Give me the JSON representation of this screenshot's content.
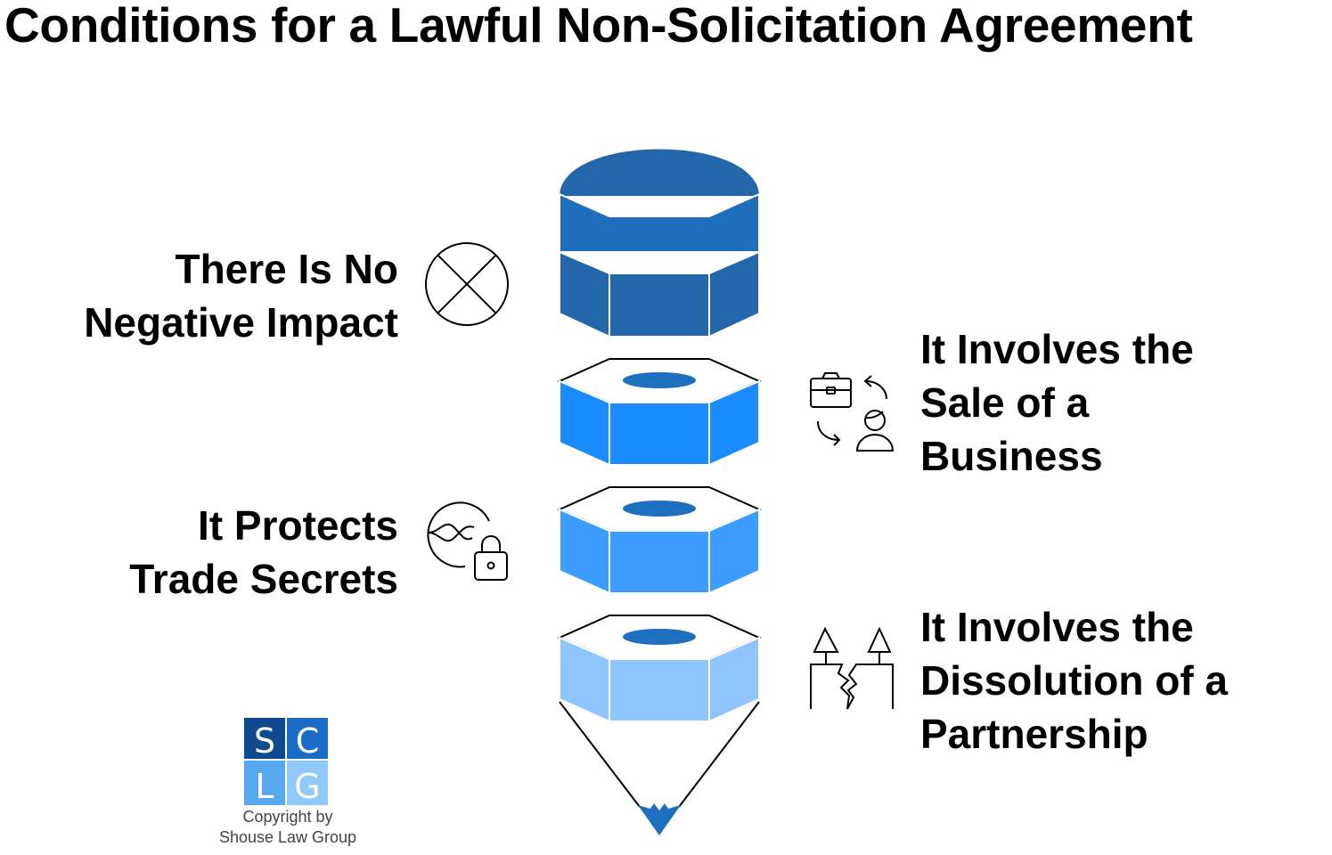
{
  "title": "Conditions for a Lawful Non-Solicitation Agreement",
  "conditions": [
    {
      "lines": [
        "There Is No",
        "Negative Impact"
      ],
      "icon": "x-circle-icon"
    },
    {
      "lines": [
        "It Involves the",
        "Sale of a",
        "Business"
      ],
      "icon": "business-transfer-icon"
    },
    {
      "lines": [
        "It Protects",
        "Trade Secrets"
      ],
      "icon": "secret-lock-icon"
    },
    {
      "lines": [
        "It Involves the",
        "Dissolution of a",
        "Partnership"
      ],
      "icon": "split-ground-icon"
    }
  ],
  "logo": {
    "letters": [
      "S",
      "C",
      "L",
      "G"
    ],
    "copyright": [
      "Copyright by",
      "Shouse Law Group"
    ]
  },
  "colors": {
    "top": "#2366aa",
    "layer1": "#1a8cff",
    "layer2": "#3d9cff",
    "layer3": "#8fc4fc",
    "hole": "#1f6fbf"
  }
}
